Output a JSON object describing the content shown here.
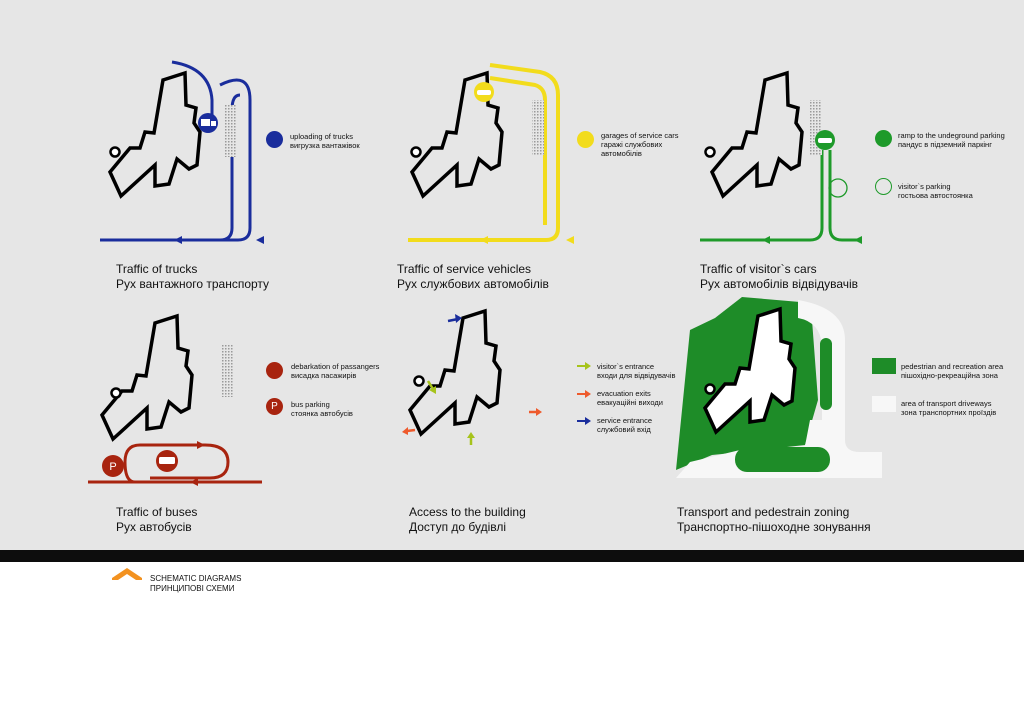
{
  "colors": {
    "trucks": "#1a2d9c",
    "service": "#f2dc1c",
    "cars": "#1e9a2a",
    "buses": "#a8240f",
    "entrance": "#a6c31b",
    "evacuation": "#ee5a2c",
    "service_entrance": "#1a2d9c",
    "pedestrian_zone": "#1e8c28",
    "transport_zone": "#f7f7f7",
    "building": "#000000",
    "accent": "#f39220"
  },
  "panels": [
    {
      "title_en": "Traffic of trucks",
      "title_ua": "Рух вантажного транспорту",
      "legend": [
        {
          "icon": "truck-icon",
          "label_en": "uploading of trucks",
          "label_ua": "вигрузка вантажівок"
        }
      ]
    },
    {
      "title_en": "Traffic of service vehicles",
      "title_ua": "Рух службових автомобілів",
      "legend": [
        {
          "icon": "car-icon",
          "label_en": "garages of service cars",
          "label_ua": "гаражі службових",
          "label_ua2": "автомобілів"
        }
      ]
    },
    {
      "title_en": "Traffic of visitor`s cars",
      "title_ua": "Рух автомобілів відвідувачів",
      "legend": [
        {
          "icon": "car-ramp-icon",
          "label_en": "ramp to the undeground parking",
          "label_ua": "пандус в підземний паркінг"
        },
        {
          "icon": "car-outline-icon",
          "label_en": "visitor`s parking",
          "label_ua": "гостьова автостоянка"
        }
      ]
    },
    {
      "title_en": "Traffic of buses",
      "title_ua": "Рух автобусів",
      "legend": [
        {
          "icon": "bus-icon",
          "label_en": "debarkation of passangers",
          "label_ua": "висадка пасажирів"
        },
        {
          "icon": "parking-icon",
          "glyph": "P",
          "label_en": "bus parking",
          "label_ua": "стоянка автобусів"
        }
      ]
    },
    {
      "title_en": "Access to the building",
      "title_ua": "Доступ до будівлі",
      "legend": [
        {
          "icon": "arrow-entrance-icon",
          "label_en": "visitor`s entrance",
          "label_ua": "входи для відвідувачів"
        },
        {
          "icon": "arrow-evacuation-icon",
          "label_en": "evacuation exits",
          "label_ua": "евакуаційні виходи"
        },
        {
          "icon": "arrow-service-icon",
          "label_en": "service entrance",
          "label_ua": "службовий вхід"
        }
      ]
    },
    {
      "title_en": "Transport and pedestrain zoning",
      "title_ua": "Транспортно-пішоходне зонування",
      "legend": [
        {
          "icon": "pedestrian-swatch",
          "label_en": "pedestrian and recreation area",
          "label_ua": "пішохідно-рекреаційна зона"
        },
        {
          "icon": "transport-swatch",
          "label_en": "area of transport driveways",
          "label_ua": "зона транспортних проїздів"
        }
      ]
    }
  ],
  "footer": {
    "title_en": "SCHEMATIC DIAGRAMS",
    "title_ua": "ПРИНЦИПОВІ СХЕМИ"
  }
}
